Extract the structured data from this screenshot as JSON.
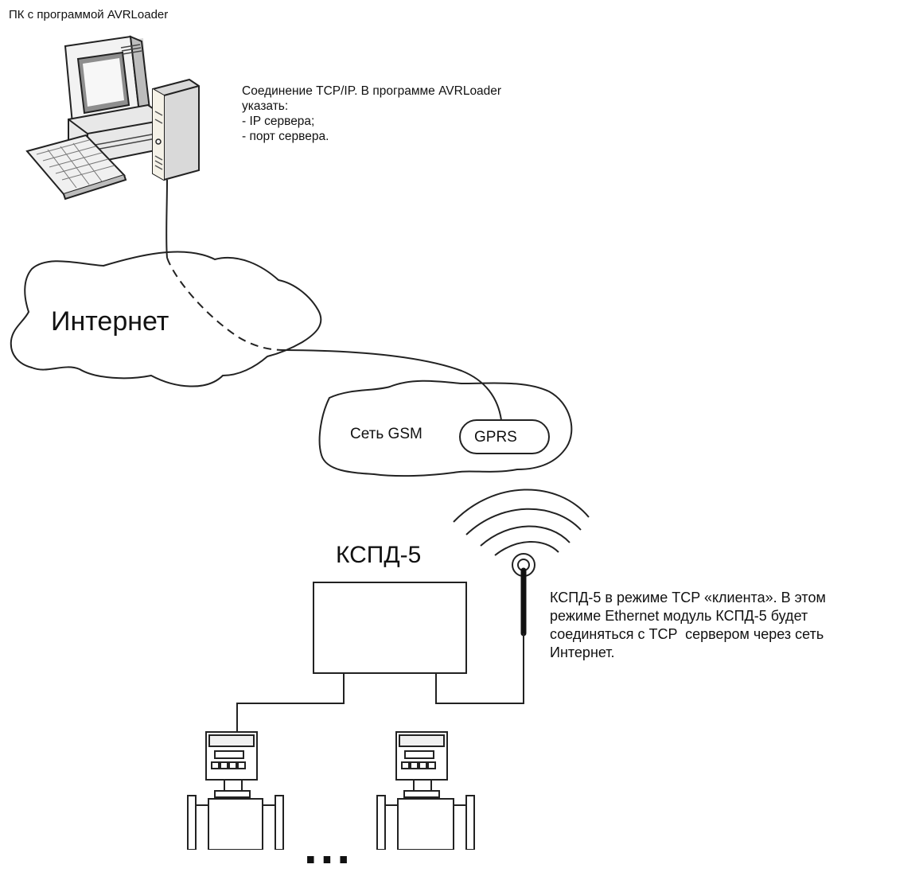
{
  "pc": {
    "title": "ПК с программой AVRLoader"
  },
  "connection_note": {
    "lines": [
      "Соединение TCP/IP. В программе AVRLoader",
      "указать:",
      "- IP сервера;",
      "- порт сервера."
    ]
  },
  "internet": {
    "label": "Интернет"
  },
  "gsm": {
    "label": "Сеть GSM",
    "gprs_label": "GPRS"
  },
  "kspd": {
    "title": "КСПД-5"
  },
  "client_note": {
    "lines": [
      "КСПД-5 в режиме TCP «клиента». В этом",
      "режиме Ethernet модуль КСПД-5 будет",
      "соединяться с TCP  сервером через сеть",
      "Интернет."
    ]
  },
  "meters": {
    "ellipsis": "..."
  }
}
